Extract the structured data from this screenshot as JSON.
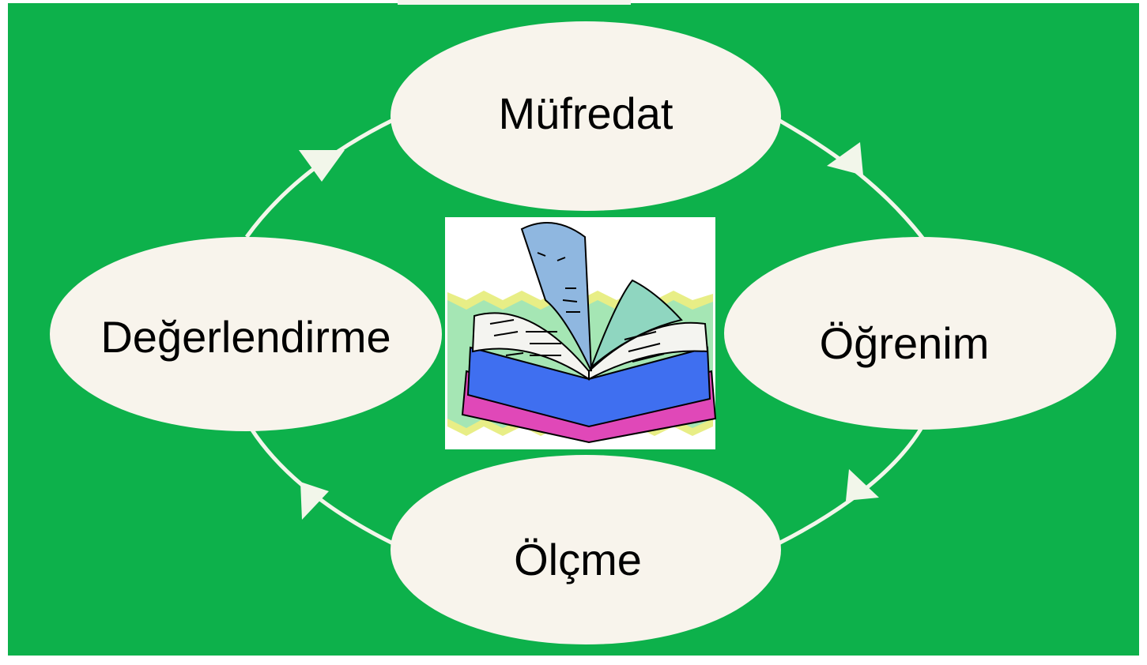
{
  "colors": {
    "background": "#0db14b",
    "node_fill": "#f8f4ec",
    "cycle_line": "#f2f6ea"
  },
  "diagram": {
    "type": "cycle",
    "center_icon": "open-book-icon",
    "nodes": [
      {
        "id": "mufredat",
        "label": "Müfredat"
      },
      {
        "id": "ogrenim",
        "label": "Öğrenim"
      },
      {
        "id": "olcme",
        "label": "Ölçme"
      },
      {
        "id": "degerlendirme",
        "label": "Değerlendirme"
      }
    ],
    "edges": [
      {
        "from": "mufredat",
        "to": "ogrenim"
      },
      {
        "from": "ogrenim",
        "to": "olcme"
      },
      {
        "from": "olcme",
        "to": "degerlendirme"
      },
      {
        "from": "degerlendirme",
        "to": "mufredat"
      }
    ]
  }
}
